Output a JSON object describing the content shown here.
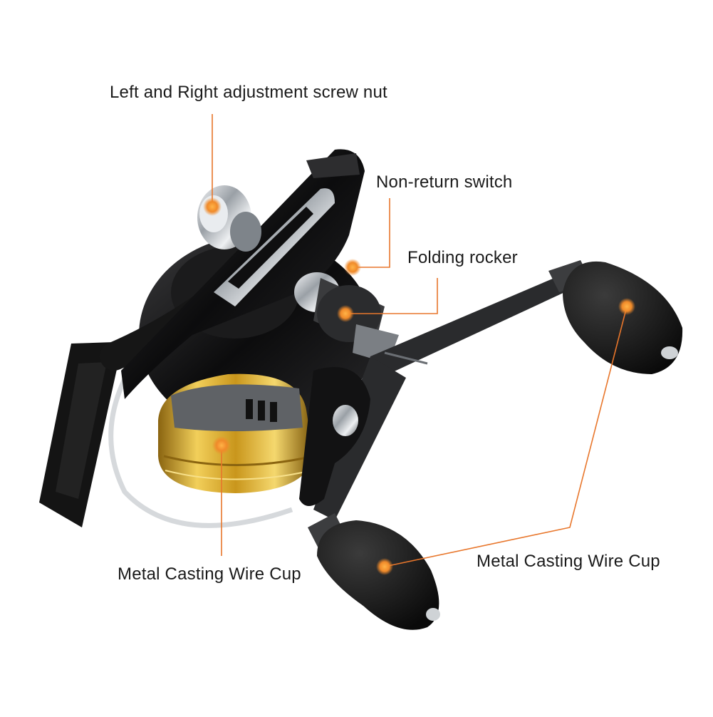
{
  "labels": {
    "screw_nut": "Left and Right adjustment screw nut",
    "non_return_switch": "Non-return switch",
    "folding_rocker": "Folding rocker",
    "wire_cup_left": "Metal Casting Wire Cup",
    "wire_cup_right": "Metal Casting Wire Cup"
  },
  "colors": {
    "callout": "#e8762b",
    "text": "#1a1a1a",
    "body": "#161616",
    "gold": "#d9a520",
    "chrome": "#c9cdd2"
  }
}
